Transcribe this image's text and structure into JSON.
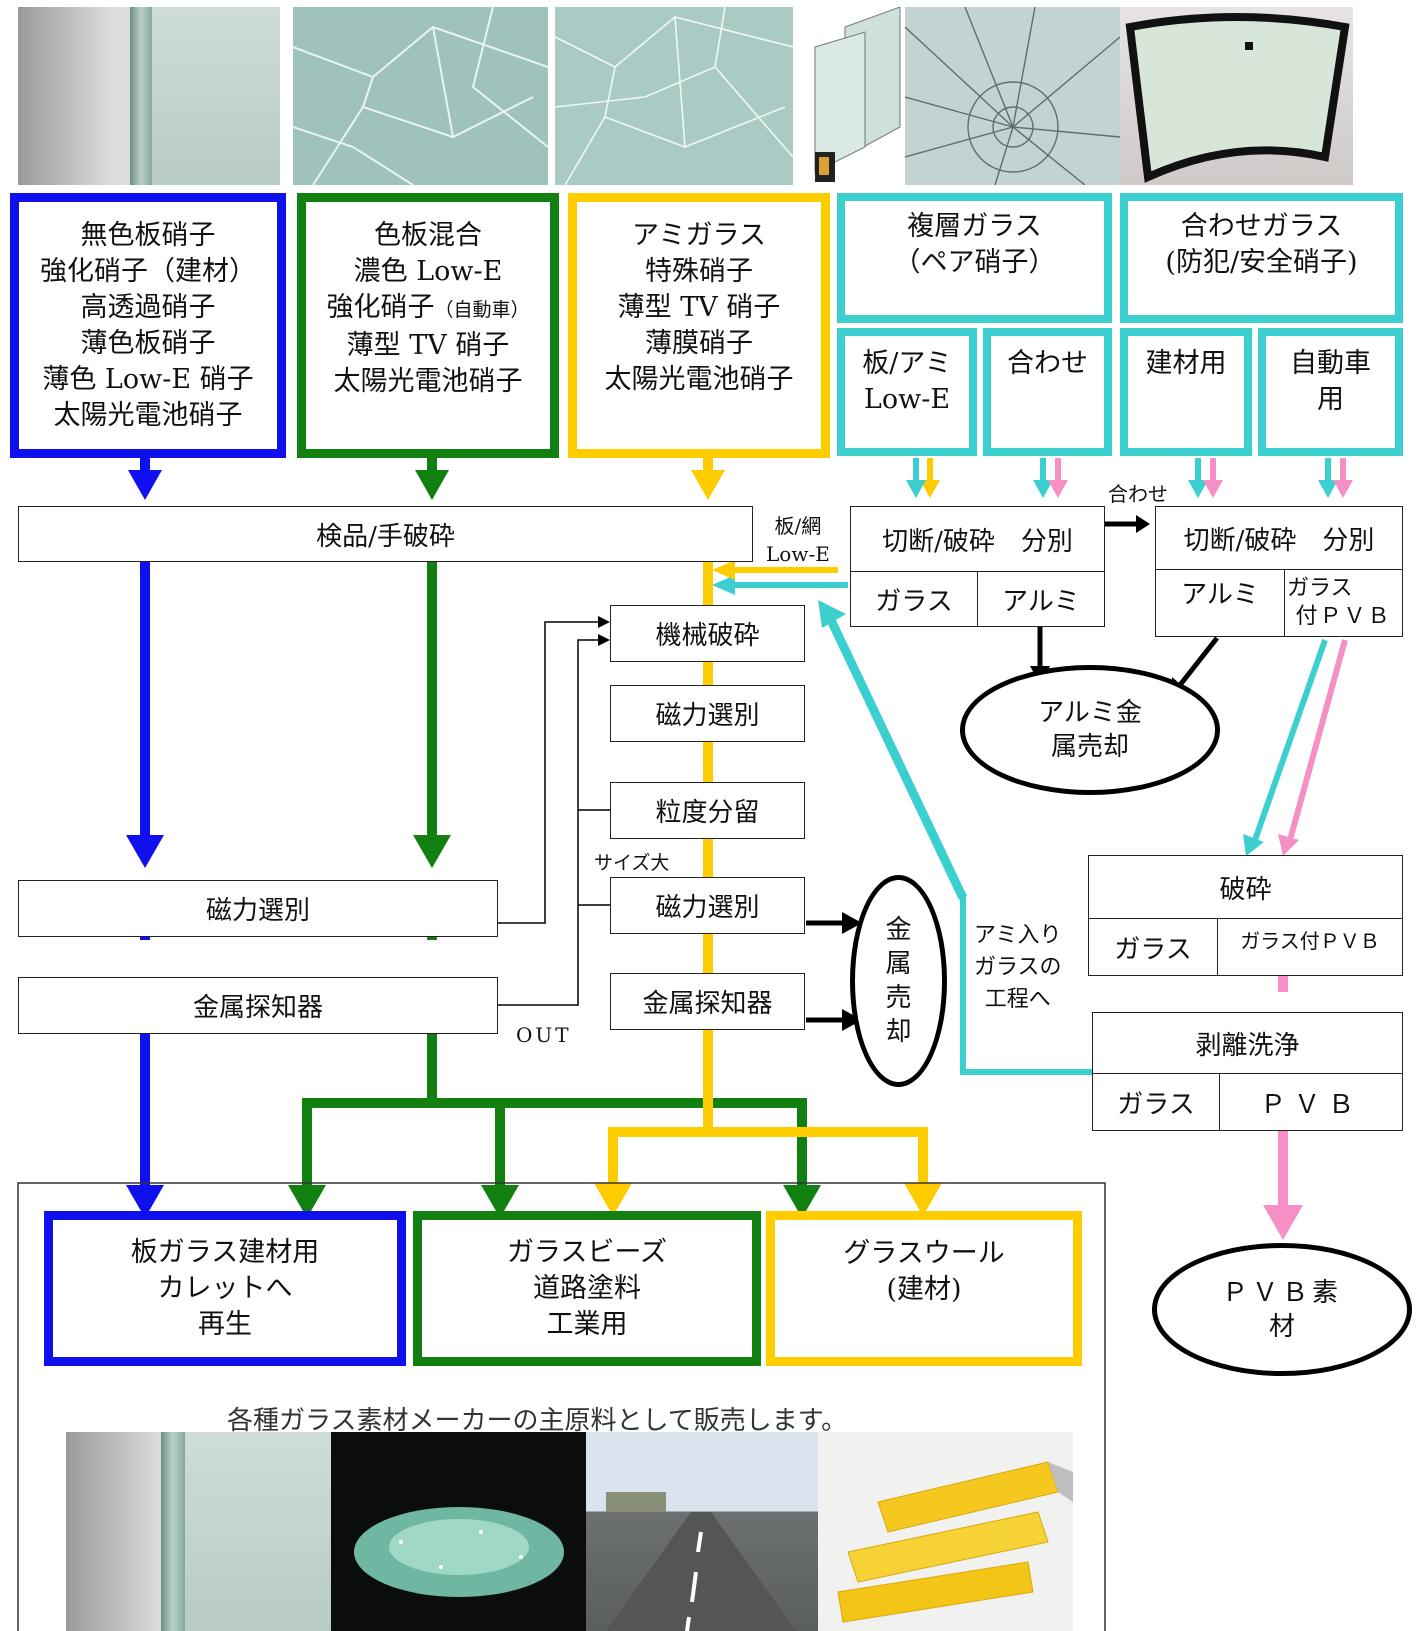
{
  "top_photos": [
    "flat-glass-photo",
    "broken-glass-photo",
    "cracked-glass-photo",
    "double-glazing-photo",
    "shattered-windshield-photo",
    "windshield-photo"
  ],
  "categories": {
    "plain": [
      "無色板硝子",
      "強化硝子（建材）",
      "高透過硝子",
      "薄色板硝子",
      "薄色 Low-E 硝子",
      "太陽光電池硝子"
    ],
    "colored": [
      "色板混合",
      "濃色 Low-E",
      "強化硝子",
      "（自動車）",
      "薄型 TV 硝子",
      "太陽光電池硝子"
    ],
    "wired": [
      "アミガラス",
      "特殊硝子",
      "薄型 TV 硝子",
      "薄膜硝子",
      "太陽光電池硝子"
    ],
    "double": {
      "title": "複層ガラス",
      "subtitle": "（ペア硝子）",
      "sub_left": [
        "板/アミ",
        "Low-E"
      ],
      "sub_right": "合わせ"
    },
    "laminated": {
      "title": "合わせガラス",
      "subtitle": "(防犯/安全硝子)",
      "sub_left": "建材用",
      "sub_right": [
        "自動車",
        "用"
      ]
    }
  },
  "process": {
    "inspection": "検品/手破砕",
    "magnet_left": "磁力選別",
    "metal_left": "金属探知器",
    "out_label": "OUT",
    "mechanical": "機械破砕",
    "magnet_mid": "磁力選別",
    "grading": "粒度分留",
    "size_large": "サイズ大",
    "magnet_mid2": "磁力選別",
    "metal_mid": "金属探知器",
    "metal_sale": [
      "金",
      "属",
      "売",
      "却"
    ],
    "board_label": [
      "板/網",
      "Low-E"
    ],
    "cut_sort_1": {
      "title": "切断/破砕　分別",
      "left": "ガラス",
      "right": "アルミ"
    },
    "lamination_label": "合わせ",
    "cut_sort_2": {
      "title": "切断/破砕　分別",
      "left": "アルミ",
      "right": [
        "ガラス",
        "付ＰＶＢ"
      ]
    },
    "alu_sale": [
      "アルミ金",
      "属売却"
    ],
    "crush": {
      "title": "破砕",
      "left": "ガラス",
      "right": "ガラス付ＰＶＢ"
    },
    "wired_route": [
      "アミ入り",
      "ガラスの",
      "工程へ"
    ],
    "peel": {
      "title": "剥離洗浄",
      "left": "ガラス",
      "right": "ＰＶＢ"
    },
    "pvb_material": [
      "ＰＶＢ素",
      "材"
    ]
  },
  "outputs": {
    "flat": [
      "板ガラス建材用",
      "カレットへ",
      "再生"
    ],
    "beads": [
      "ガラスビーズ",
      "道路塗料",
      "工業用"
    ],
    "wool": [
      "グラスウール",
      "(建材)"
    ]
  },
  "sales_caption": "各種ガラス素材メーカーの主原料として販売します。",
  "bottom_photos": [
    "flat-glass-photo",
    "glass-beads-photo",
    "road-photo",
    "glass-wool-photo"
  ],
  "colors": {
    "blue": "#1010ee",
    "green": "#118011",
    "yellow": "#ffcc00",
    "cyan": "#3ccfcf",
    "pink": "#f58fc5",
    "black": "#000000"
  }
}
